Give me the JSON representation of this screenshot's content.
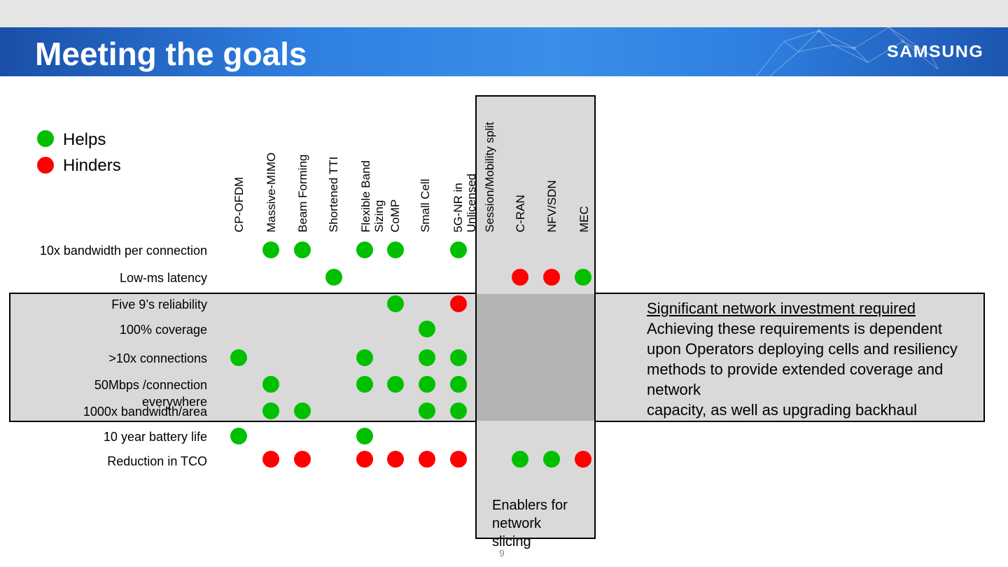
{
  "slide": {
    "title": "Meeting the goals",
    "logo_text": "SAMSUNG",
    "page_number": "9"
  },
  "legend": [
    {
      "label": "Helps",
      "color": "#00c000"
    },
    {
      "label": "Hinders",
      "color": "#ff0000"
    }
  ],
  "columns": [
    {
      "id": "cp-ofdm",
      "label": "CP-OFDM"
    },
    {
      "id": "massive-mimo",
      "label": "Massive-MIMO"
    },
    {
      "id": "beam-forming",
      "label": "Beam Forming"
    },
    {
      "id": "shortened-tti",
      "label": "Shortened TTI"
    },
    {
      "id": "flexible-band-sizing",
      "label_lines": [
        "Flexible Band",
        "Sizing"
      ]
    },
    {
      "id": "comp",
      "label": "CoMP"
    },
    {
      "id": "small-cell",
      "label": "Small Cell"
    },
    {
      "id": "5g-nr-unlicensed",
      "label_lines": [
        "5G-NR in",
        "Unlicensed"
      ]
    },
    {
      "id": "session-mobility-split",
      "label": "Session/Mobility  split"
    },
    {
      "id": "c-ran",
      "label": "C-RAN"
    },
    {
      "id": "nfv-sdn",
      "label": "NFV/SDN"
    },
    {
      "id": "mec",
      "label": "MEC"
    }
  ],
  "rows": [
    {
      "label": "10x bandwidth per connection",
      "cells": {
        "massive-mimo": "helps",
        "beam-forming": "helps",
        "flexible-band-sizing": "helps",
        "comp": "helps",
        "5g-nr-unlicensed": "helps"
      }
    },
    {
      "label": "Low-ms latency",
      "cells": {
        "shortened-tti": "helps",
        "c-ran": "hinders",
        "nfv-sdn": "hinders",
        "mec": "helps"
      }
    },
    {
      "label": "Five 9’s reliability",
      "cells": {
        "comp": "helps",
        "5g-nr-unlicensed": "hinders"
      }
    },
    {
      "label": "100% coverage",
      "cells": {
        "small-cell": "helps"
      }
    },
    {
      "label": ">10x connections",
      "cells": {
        "cp-ofdm": "helps",
        "flexible-band-sizing": "helps",
        "small-cell": "helps",
        "5g-nr-unlicensed": "helps"
      }
    },
    {
      "label": "50Mbps /connection everywhere",
      "cells": {
        "massive-mimo": "helps",
        "flexible-band-sizing": "helps",
        "comp": "helps",
        "small-cell": "helps",
        "5g-nr-unlicensed": "helps"
      }
    },
    {
      "label": "1000x bandwidth/area",
      "cells": {
        "massive-mimo": "helps",
        "beam-forming": "helps",
        "small-cell": "helps",
        "5g-nr-unlicensed": "helps"
      }
    },
    {
      "label": "10 year battery life",
      "cells": {
        "cp-ofdm": "helps",
        "flexible-band-sizing": "helps"
      }
    },
    {
      "label": "Reduction in TCO",
      "cells": {
        "massive-mimo": "hinders",
        "beam-forming": "hinders",
        "flexible-band-sizing": "hinders",
        "comp": "hinders",
        "small-cell": "hinders",
        "5g-nr-unlicensed": "hinders",
        "c-ran": "helps",
        "nfv-sdn": "helps",
        "mec": "hinders"
      }
    }
  ],
  "investment_note": {
    "heading": "Significant network investment required",
    "body_lines": [
      "Achieving these requirements is dependent",
      "upon Operators deploying cells and resiliency",
      "methods to provide extended coverage and",
      "network",
      "capacity, as well as upgrading backhaul"
    ]
  },
  "enablers_note_lines": [
    "Enablers for",
    "network",
    "slicing"
  ]
}
